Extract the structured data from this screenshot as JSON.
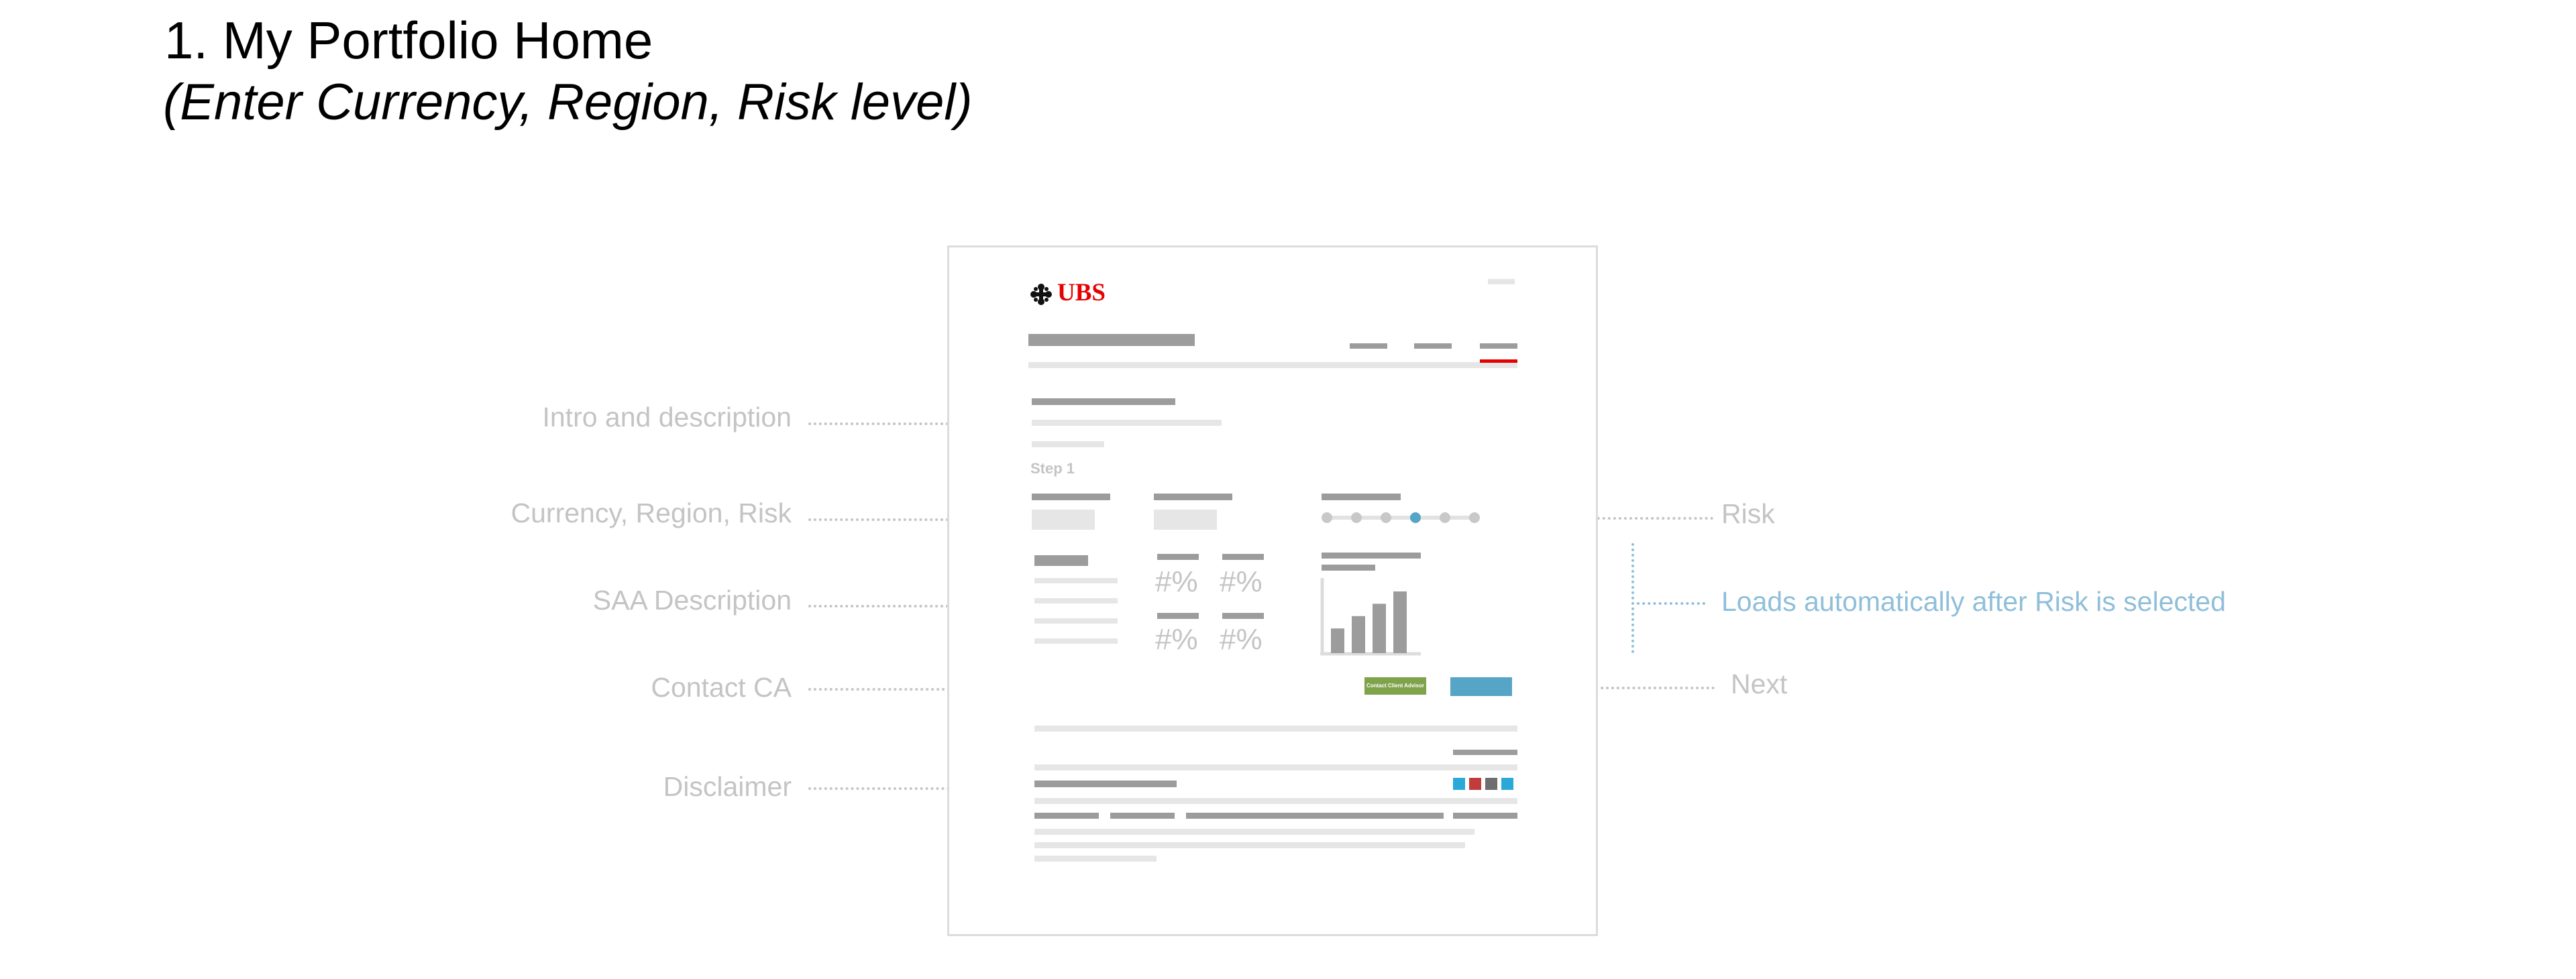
{
  "header": {
    "title": "1. My Portfolio Home",
    "subtitle": "(Enter Currency, Region, Risk level)"
  },
  "annotations": {
    "intro": "Intro and description",
    "currency": "Currency, Region, Risk",
    "saa": "SAA Description",
    "contact": "Contact CA",
    "disclaimer": "Disclaimer",
    "risk": "Risk",
    "loads": "Loads automatically after Risk is selected",
    "next": "Next"
  },
  "wireframe": {
    "logo_text": "UBS",
    "step_label": "Step 1",
    "percent_placeholder": "#%",
    "contact_button_label": "Contact Client Advisor",
    "risk_levels": 6,
    "risk_selected_index": 3,
    "bar_values": [
      2,
      3,
      4,
      5
    ]
  },
  "colors": {
    "brand_red": "#e60000",
    "accent_blue": "#56a4c6",
    "contact_green": "#7fa34b",
    "annotation_gray": "#c4c4c4",
    "annotation_blue": "#8fbfd9"
  }
}
